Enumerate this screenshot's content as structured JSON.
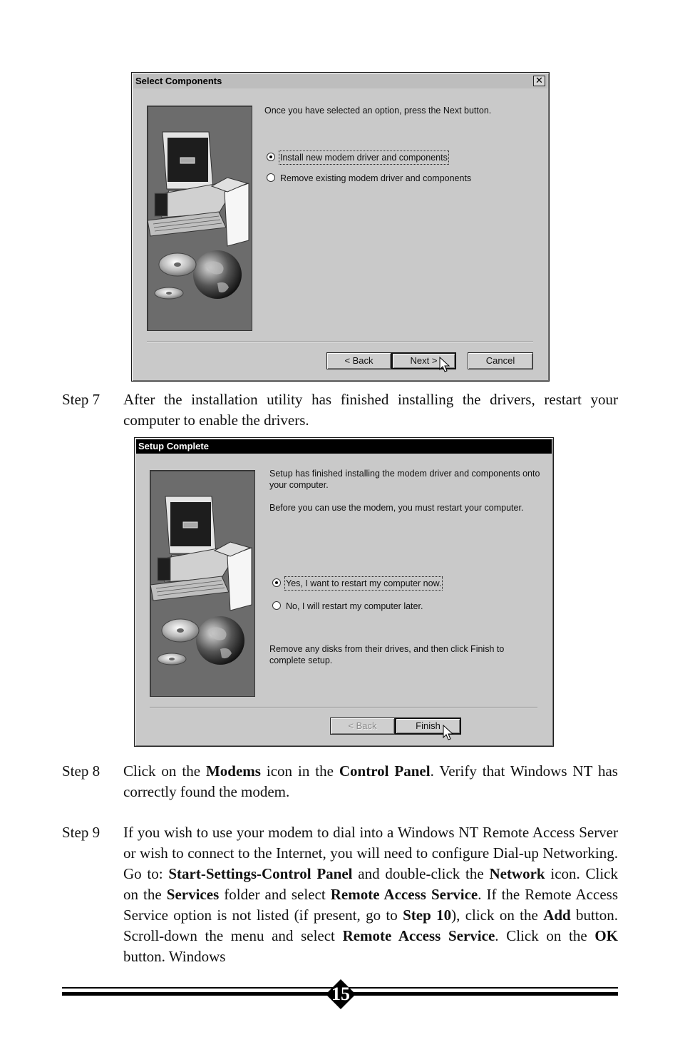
{
  "dialog1": {
    "title": "Select Components",
    "close_glyph": "✕",
    "instruction": "Once you have selected an option, press the Next button.",
    "options": [
      {
        "label": "Install new modem driver and components",
        "selected": true
      },
      {
        "label": "Remove existing modem driver and components",
        "selected": false
      }
    ],
    "buttons": {
      "back": "< Back",
      "next": "Next >",
      "cancel": "Cancel"
    }
  },
  "step7": {
    "label": "Step 7",
    "text": "After the installation utility has finished installing the drivers, restart your computer to enable the drivers."
  },
  "dialog2": {
    "title": "Setup Complete",
    "text1": "Setup has finished installing the modem driver and components onto your computer.",
    "text2": "Before you can use the modem, you must restart your computer.",
    "options": [
      {
        "label": "Yes, I want to restart my computer now.",
        "selected": true
      },
      {
        "label": "No, I will restart my computer later.",
        "selected": false
      }
    ],
    "text3": "Remove any disks from their drives, and then click Finish to complete setup.",
    "buttons": {
      "back": "< Back",
      "finish": "Finish"
    }
  },
  "step8": {
    "label": "Step 8",
    "parts": [
      "Click on the ",
      "Modems",
      " icon in the ",
      "Control Panel",
      ". Verify that Windows NT has correctly found the modem."
    ]
  },
  "step9": {
    "label": "Step 9",
    "parts": [
      "If you wish to use your modem to dial into a Windows NT Remote Access Server or wish to connect to the Internet, you will need to configure Dial-up Networking. Go to: ",
      "Start-Settings-Control Panel",
      " and double-click the ",
      "Network",
      " icon. Click on the ",
      "Services",
      " folder and select ",
      "Remote Access Service",
      ". If the Remote Access Service option is not listed (if present, go to ",
      "Step 10",
      "), click on the ",
      "Add",
      " button. Scroll-down the menu and select ",
      "Remote Access Service",
      ". Click on the ",
      "OK",
      " button. Windows"
    ]
  },
  "footer": {
    "page_number": "15"
  },
  "icons": {
    "wizard_art": "computer-cd-globe-illustration",
    "cursor": "mouse-pointer-arrow-icon",
    "close": "close-icon"
  }
}
